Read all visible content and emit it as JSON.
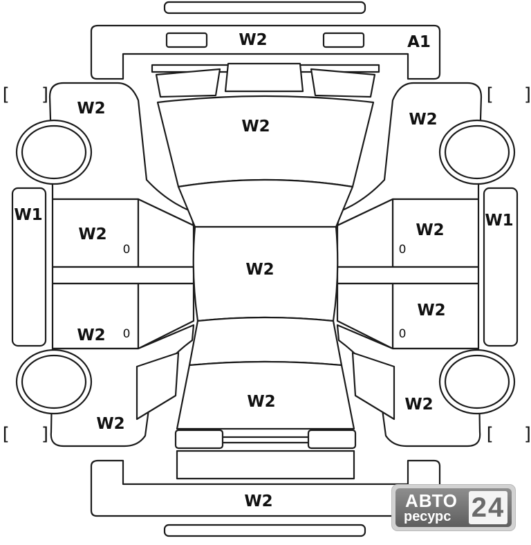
{
  "labels": {
    "front_bumper": "W2",
    "front_corner_right": "A1",
    "hood": "W2",
    "front_fender_left": "W2",
    "front_fender_right": "W2",
    "front_door_left": "W2",
    "front_door_right": "W2",
    "rear_door_left": "W2",
    "rear_door_right": "W2",
    "roof": "W2",
    "trunk": "W2",
    "rear_fender_left": "W2",
    "rear_fender_right": "W2",
    "rear_bumper": "W2",
    "rocker_left": "W1",
    "rocker_right": "W1",
    "front_door_left_sub": "0",
    "front_door_right_sub": "0",
    "rear_door_left_sub": "0",
    "rear_door_right_sub": "0"
  },
  "brackets": {
    "open": "[",
    "close": "]"
  },
  "watermark": {
    "line1": "АВТО",
    "line2": "ресурс",
    "number": "24"
  }
}
